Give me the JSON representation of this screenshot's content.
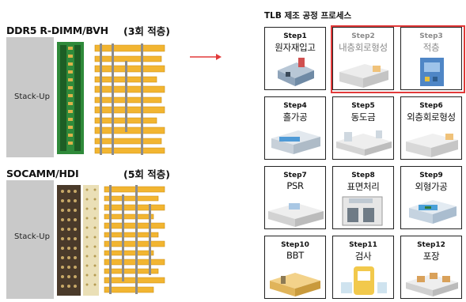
{
  "left": {
    "top_panel": {
      "title": "DDR5 R-DIMM/BVH",
      "sub": "(3회 적층)",
      "stack_label": "Stack-Up"
    },
    "bottom_panel": {
      "title": "SOCAMM/HDI",
      "sub": "(5회 적층)",
      "stack_label": "Stack-Up"
    }
  },
  "process": {
    "title": "TLB 제조 공정 프로세스",
    "steps": [
      {
        "step": "Step1",
        "name": "원자재입고"
      },
      {
        "step": "Step2",
        "name": "내층회로형성"
      },
      {
        "step": "Step3",
        "name": "적층"
      },
      {
        "step": "Step4",
        "name": "홀가공"
      },
      {
        "step": "Step5",
        "name": "동도금"
      },
      {
        "step": "Step6",
        "name": "외층회로형성"
      },
      {
        "step": "Step7",
        "name": "PSR"
      },
      {
        "step": "Step8",
        "name": "표면처리"
      },
      {
        "step": "Step9",
        "name": "외형가공"
      },
      {
        "step": "Step10",
        "name": "BBT"
      },
      {
        "step": "Step11",
        "name": "검사"
      },
      {
        "step": "Step12",
        "name": "포장"
      }
    ]
  },
  "colors": {
    "highlight": "#e23a3a",
    "arrow": "#e23a3a",
    "pcb_green": "#2f8a3a",
    "layer_gold": "#f2b531"
  }
}
